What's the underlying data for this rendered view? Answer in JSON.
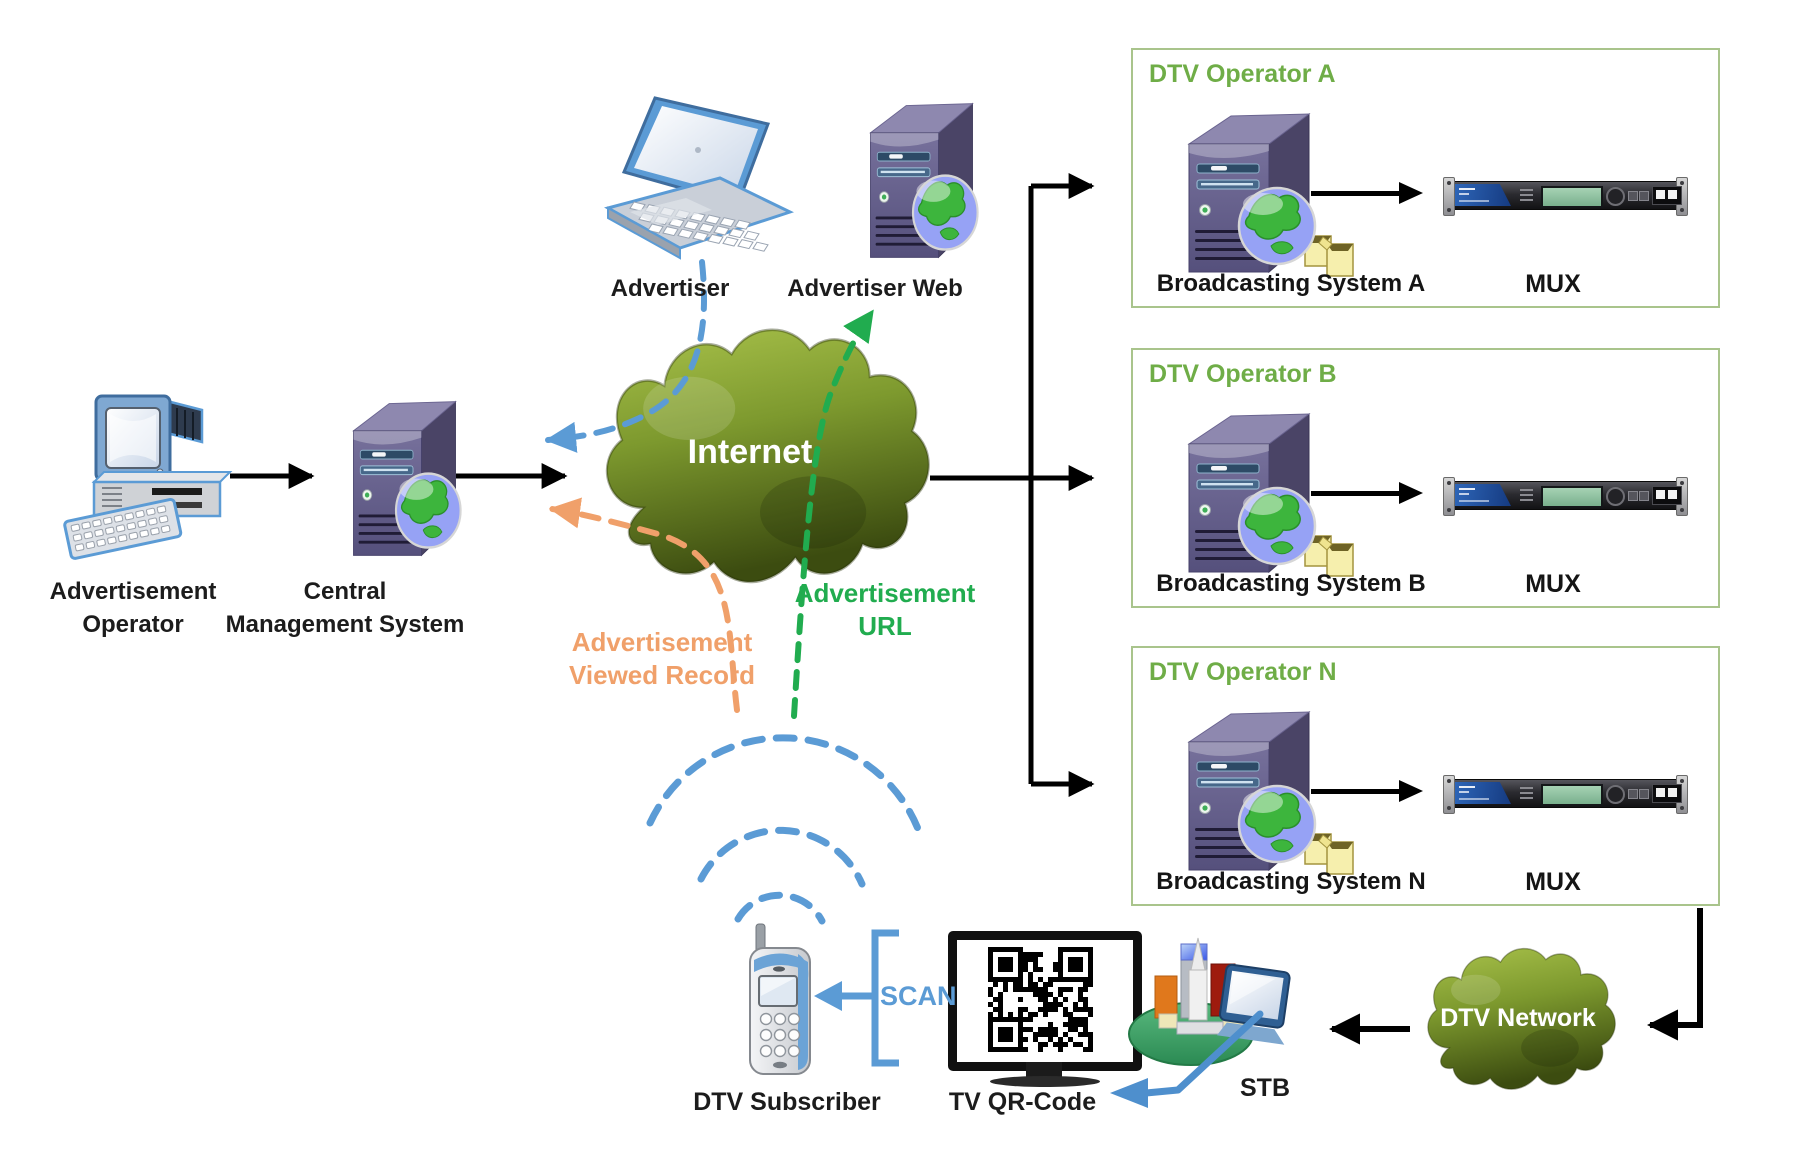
{
  "nodes": {
    "advertisement_operator": {
      "line1": "Advertisement",
      "line2": "Operator"
    },
    "central_management_system": {
      "line1": "Central",
      "line2": "Management System"
    },
    "advertiser": {
      "label": "Advertiser"
    },
    "advertiser_web": {
      "label": "Advertiser Web"
    },
    "internet": {
      "label": "Internet"
    },
    "dtv_subscriber": {
      "label": "DTV Subscriber"
    },
    "tv_qr_code": {
      "label": "TV QR-Code"
    },
    "stb": {
      "label": "STB"
    },
    "dtv_network": {
      "label": "DTV Network"
    }
  },
  "operators": [
    {
      "title": "DTV Operator A",
      "system_label": "Broadcasting System A",
      "mux_label": "MUX"
    },
    {
      "title": "DTV Operator B",
      "system_label": "Broadcasting System B",
      "mux_label": "MUX"
    },
    {
      "title": "DTV Operator N",
      "system_label": "Broadcasting System N",
      "mux_label": "MUX"
    }
  ],
  "flows": {
    "advertisement_url": {
      "line1": "Advertisement",
      "line2": "URL",
      "color": "#21ac4f"
    },
    "advertisement_viewed_record": {
      "line1": "Advertisement",
      "line2": "Viewed Record",
      "color": "#f0a06a"
    },
    "scan": {
      "label": "SCAN",
      "color": "#5b9bd5"
    }
  },
  "colors": {
    "operator_title": "#6fad47",
    "box_border": "#a9c48c",
    "arrow_black": "#000000",
    "wireless_blue": "#5b9bd5",
    "stb_arrow_blue": "#4e8fcd",
    "cloud_light": "#a9c24b",
    "cloud_dark": "#3c4c10"
  },
  "icons": {
    "advertisement_operator": "desktop-computer-icon",
    "central_management_system": "server-globe-icon",
    "advertiser": "laptop-icon",
    "advertiser_web": "server-globe-icon",
    "internet": "cloud-icon",
    "broadcasting_system": "server-globe-boxes-icon",
    "mux": "rack-multiplexer-icon",
    "dtv_subscriber": "mobile-phone-icon",
    "tv_qr_code": "tv-qr-code-icon",
    "stb": "city-monitor-icon",
    "dtv_network": "cloud-icon"
  }
}
